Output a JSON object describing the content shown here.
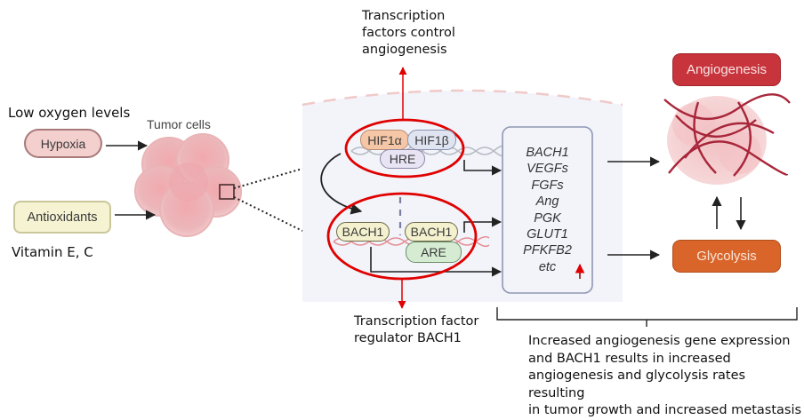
{
  "left": {
    "low_oxygen_label": "Low oxygen levels",
    "hypoxia": "Hypoxia",
    "antioxidants": "Antioxidants",
    "vitamin_label": "Vitamin E, C",
    "tumor_label": "Tumor cells"
  },
  "center": {
    "top_annotation": [
      "Transcription",
      "factors control",
      "angiogenesis"
    ],
    "hif1a": "HIF1α",
    "hif1b": "HIF1β",
    "hre": "HRE",
    "bach1_left": "BACH1",
    "bach1_right": "BACH1",
    "are": "ARE",
    "bottom_annotation": [
      "Transcription factor",
      "regulator BACH1"
    ]
  },
  "genes": {
    "items": [
      "BACH1",
      "VEGFs",
      "FGFs",
      "Ang",
      "PGK",
      "GLUT1",
      "PFKFB2",
      "etc"
    ],
    "increase_indicator": "up-arrow"
  },
  "right": {
    "angiogenesis": "Angiogenesis",
    "glycolysis": "Glycolysis",
    "conclusion": [
      "Increased angiogenesis gene expression",
      "and BACH1 results in increased",
      "angiogenesis and glycolysis rates resulting",
      "in tumor growth and increased metastasis"
    ]
  },
  "colors": {
    "highlight_red": "#e00000",
    "angiogenesis_box": "#c8343c",
    "glycolysis_box": "#d9652a",
    "hypoxia_fill": "#f3cfcd",
    "antioxidants_fill": "#f5f3d2",
    "panel_fill": "#f2f4fa"
  }
}
